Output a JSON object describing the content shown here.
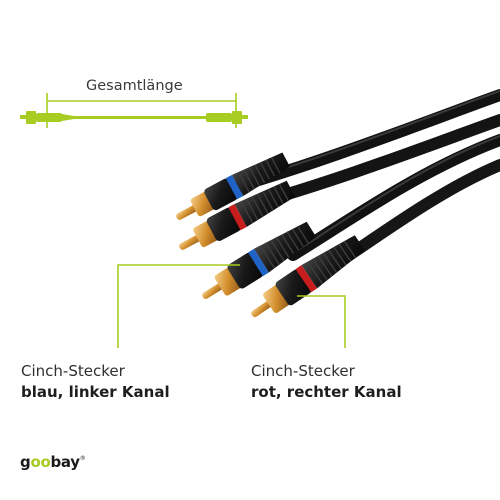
{
  "diagram": {
    "total_length_label": "Gesamtlänge",
    "accent_color": "#a7cc22",
    "left_plug_caption": {
      "line1": "Cinch-Stecker",
      "line2": "blau, linker Kanal"
    },
    "right_plug_caption": {
      "line1": "Cinch-Stecker",
      "line2": "rot, rechter Kanal"
    }
  },
  "brand": {
    "prefix": "g",
    "oo": "oo",
    "suffix": "bay",
    "mark": "®"
  },
  "colors": {
    "cable": "#1c1c1c",
    "blue_ring": "#1f63c6",
    "red_ring": "#c81d1d",
    "gold_pin": "#d49a3a"
  }
}
